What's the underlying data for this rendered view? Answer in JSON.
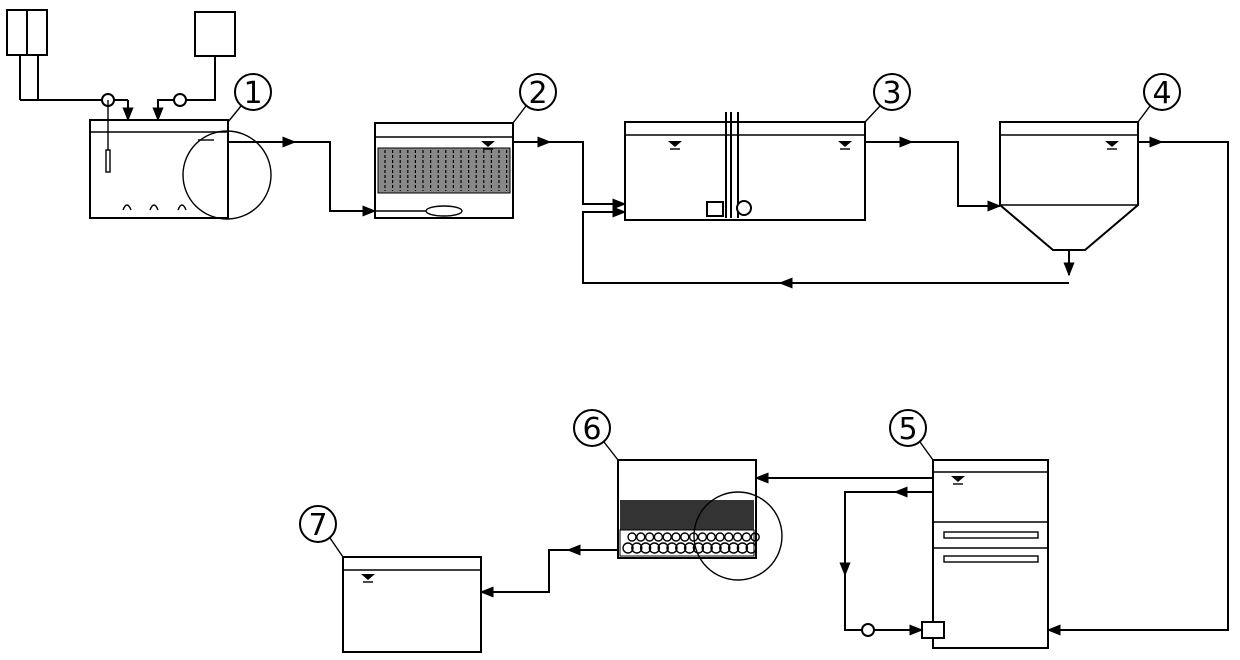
{
  "units": [
    {
      "label": "1"
    },
    {
      "label": "2"
    },
    {
      "label": "3"
    },
    {
      "label": "4"
    },
    {
      "label": "5"
    },
    {
      "label": "6"
    },
    {
      "label": "7"
    }
  ]
}
